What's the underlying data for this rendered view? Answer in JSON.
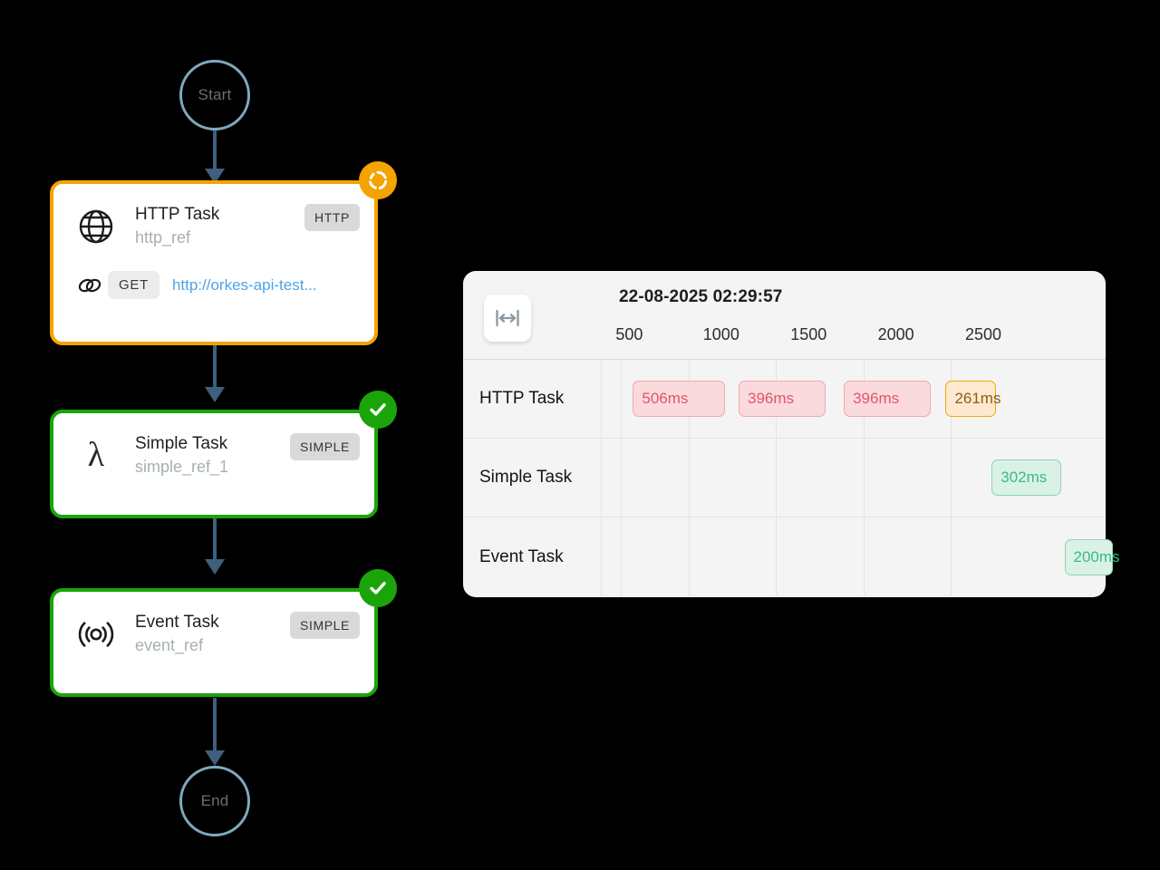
{
  "graph": {
    "start_node": {
      "label": "Start",
      "icon": "start-circle-icon"
    },
    "end_node": {
      "label": "End",
      "icon": "end-circle-icon"
    },
    "nodes": [
      {
        "id": "http",
        "title": "HTTP Task",
        "ref": "http_ref",
        "type_badge": "HTTP",
        "icon": "globe-icon",
        "status": "running",
        "status_icon": "spinner-icon",
        "border_color": "#F5A300",
        "request": {
          "icon": "link-icon",
          "method": "GET",
          "url": "http://orkes-api-test..."
        }
      },
      {
        "id": "simple",
        "title": "Simple Task",
        "ref": "simple_ref_1",
        "type_badge": "SIMPLE",
        "icon": "lambda-icon",
        "status": "completed",
        "status_icon": "check-icon",
        "border_color": "#1BA40A"
      },
      {
        "id": "event",
        "title": "Event Task",
        "ref": "event_ref",
        "type_badge": "SIMPLE",
        "icon": "broadcast-icon",
        "status": "completed",
        "status_icon": "check-icon",
        "border_color": "#1BA40A"
      }
    ]
  },
  "timeline": {
    "fit_button_icon": "horizontal-resize-icon",
    "datetime": "22-08-2025 02:29:57",
    "axis": {
      "unit": "ms",
      "ticks": [
        {
          "label": "500",
          "value": 500
        },
        {
          "label": "1000",
          "value": 1000
        },
        {
          "label": "1500",
          "value": 1500
        },
        {
          "label": "2000",
          "value": 2000
        },
        {
          "label": "2500",
          "value": 2500
        }
      ]
    },
    "rows": [
      {
        "label": "HTTP Task",
        "spans": [
          {
            "text": "506ms",
            "value": 506,
            "status": "failed",
            "left_pct": 2.5,
            "width_pct": 19.0
          },
          {
            "text": "396ms",
            "value": 396,
            "status": "failed",
            "left_pct": 24.3,
            "width_pct": 18.0
          },
          {
            "text": "396ms",
            "value": 396,
            "status": "failed",
            "left_pct": 46.0,
            "width_pct": 18.0
          },
          {
            "text": "261ms",
            "value": 261,
            "status": "running",
            "left_pct": 67.0,
            "width_pct": 10.3
          }
        ]
      },
      {
        "label": "Simple Task",
        "spans": [
          {
            "text": "302ms",
            "value": 302,
            "status": "completed",
            "left_pct": 76.5,
            "width_pct": 14.4
          }
        ]
      },
      {
        "label": "Event Task",
        "spans": [
          {
            "text": "200ms",
            "value": 200,
            "status": "completed",
            "left_pct": 91.5,
            "width_pct": 10.0
          }
        ]
      }
    ]
  },
  "colors": {
    "running": "#F5A300",
    "completed": "#1BA40A",
    "failed": "#e2556b",
    "link": "#4da3e8",
    "edge": "#3e5f7e",
    "terminal": "#7FA9BD"
  }
}
